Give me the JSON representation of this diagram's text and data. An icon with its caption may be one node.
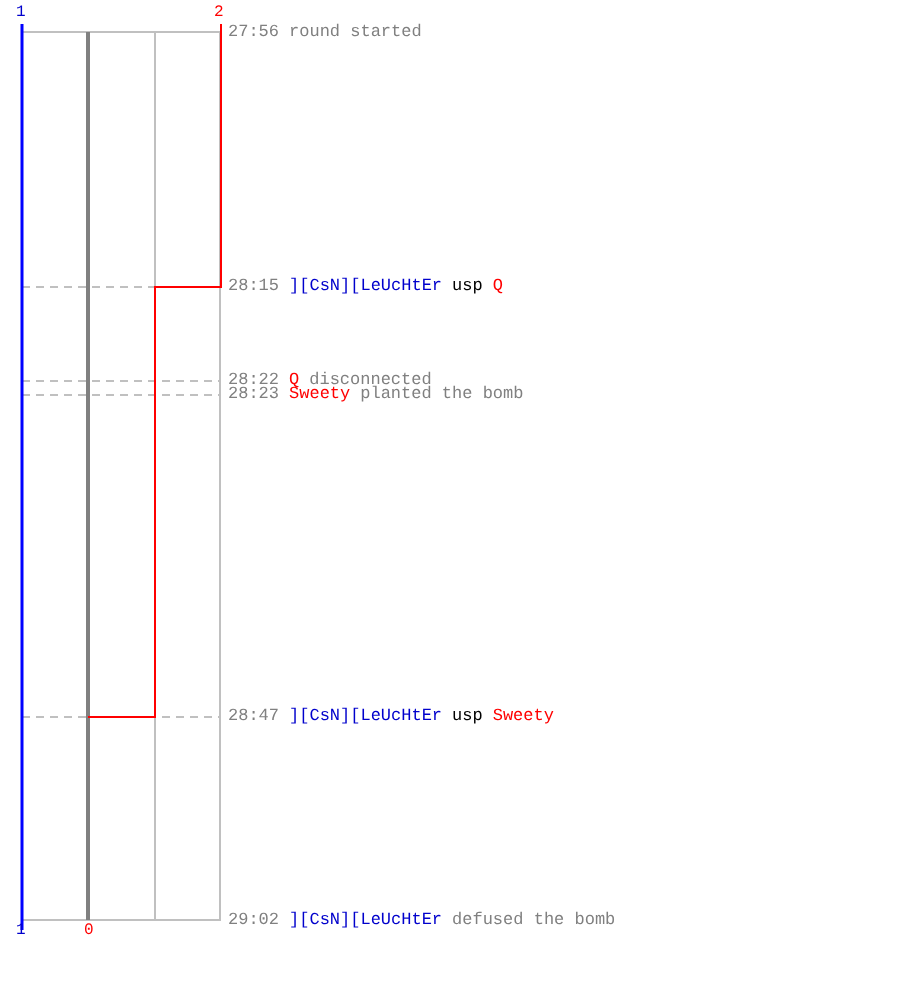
{
  "diagram": {
    "labels": [
      "1",
      "2",
      "27:56",
      "round started",
      "28:15",
      "][CsN][LeUcHtEr",
      "usp",
      "Q",
      "28:22",
      "Q",
      "disconnected",
      "28:23",
      "Sweety",
      "planted the bomb",
      "28:47",
      "][CsN][LeUcHtEr",
      "usp",
      "Sweety",
      "29:02",
      "][CsN][LeUcHtEr",
      "defused the bomb",
      "1",
      "0"
    ]
  }
}
